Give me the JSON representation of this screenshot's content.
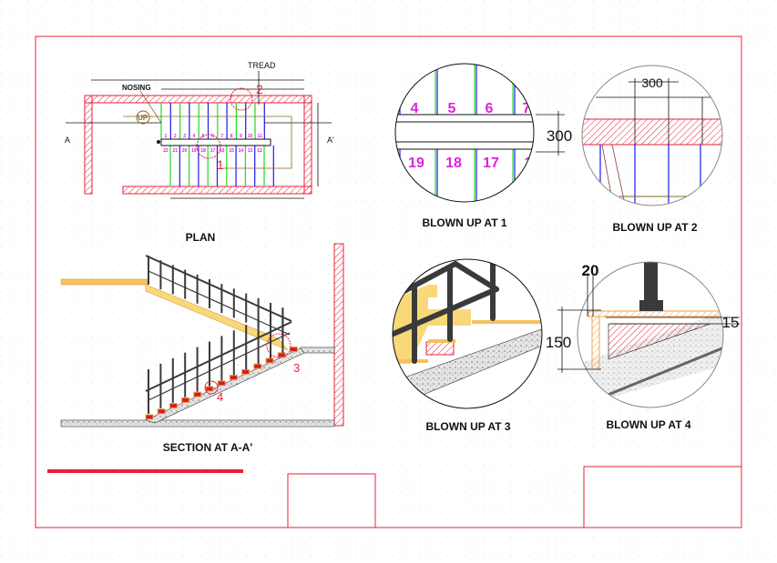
{
  "colors": {
    "wall": "#e8203a",
    "tread_a": "#22dd22",
    "tread_b": "#1a1aee",
    "finish": "#f5c060",
    "rail": "#3a3a3a",
    "number": "#e020e0"
  },
  "plan": {
    "title": "PLAN",
    "tread_label": "TREAD",
    "nosing_label": "NOSING",
    "up_label": "UP",
    "section_mark_left": "A",
    "section_mark_right": "A'",
    "callout_1": "1",
    "callout_2": "2",
    "steps_top": [
      "1",
      "2",
      "3",
      "4",
      "5",
      "6",
      "7",
      "8",
      "9",
      "10",
      "11"
    ],
    "steps_bottom": [
      "22",
      "21",
      "20",
      "19",
      "18",
      "17",
      "16",
      "15",
      "14",
      "13",
      "12"
    ]
  },
  "section": {
    "title": "SECTION AT A-A'",
    "callout_3": "3",
    "callout_4": "4"
  },
  "detail_1": {
    "title": "BLOWN UP AT 1",
    "dimension": "300",
    "steps_top": [
      "4",
      "5",
      "6",
      "7"
    ],
    "steps_bottom": [
      "19",
      "18",
      "17",
      "1"
    ]
  },
  "detail_2": {
    "title": "BLOWN UP AT 2",
    "dimension": "300"
  },
  "detail_3": {
    "title": "BLOWN UP AT 3"
  },
  "detail_4": {
    "title": "BLOWN UP AT 4",
    "dim_nosing": "20",
    "dim_riser": "150",
    "dim_finish": "15"
  }
}
